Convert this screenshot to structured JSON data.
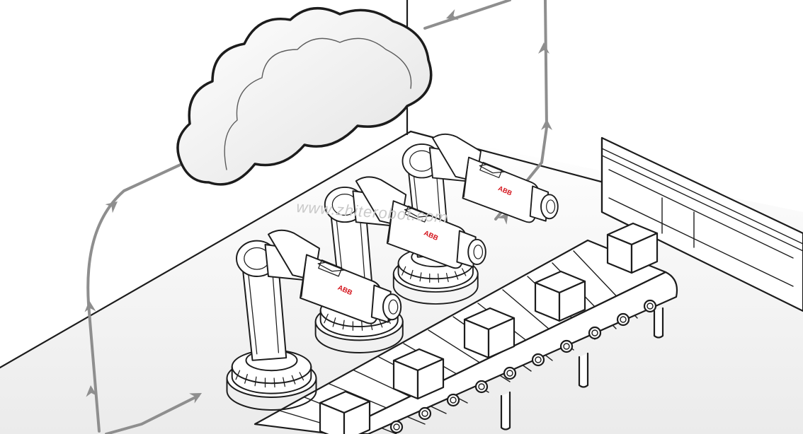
{
  "robots": [
    {
      "logo": "ABB"
    },
    {
      "logo": "ABB"
    },
    {
      "logo": "ABB"
    }
  ],
  "watermark": "www.zhiterobot.com",
  "colors": {
    "line": "#1c1c1c",
    "flow_arrows": "#8e8e8e",
    "logo_red": "#d4141c",
    "background": "#ffffff",
    "floor_shade": "#eeeeee"
  },
  "icons": [
    "cloud-icon",
    "robot-arm-icon",
    "conveyor-belt-icon",
    "box-icon",
    "data-flow-arrow-icon"
  ]
}
